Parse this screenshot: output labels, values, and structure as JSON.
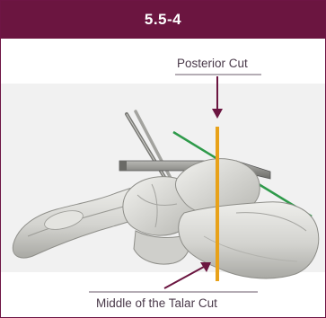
{
  "header": {
    "title": "5.5-4"
  },
  "annotations": {
    "top_label": "Posterior Cut",
    "bottom_label": "Middle of the Talar Cut"
  },
  "colors": {
    "header_bg": "#6b1540",
    "cut_line": "#e8a21a",
    "guide_line": "#2e9a4a",
    "arrow": "#6b1540",
    "bone": "#d9d9d5"
  }
}
